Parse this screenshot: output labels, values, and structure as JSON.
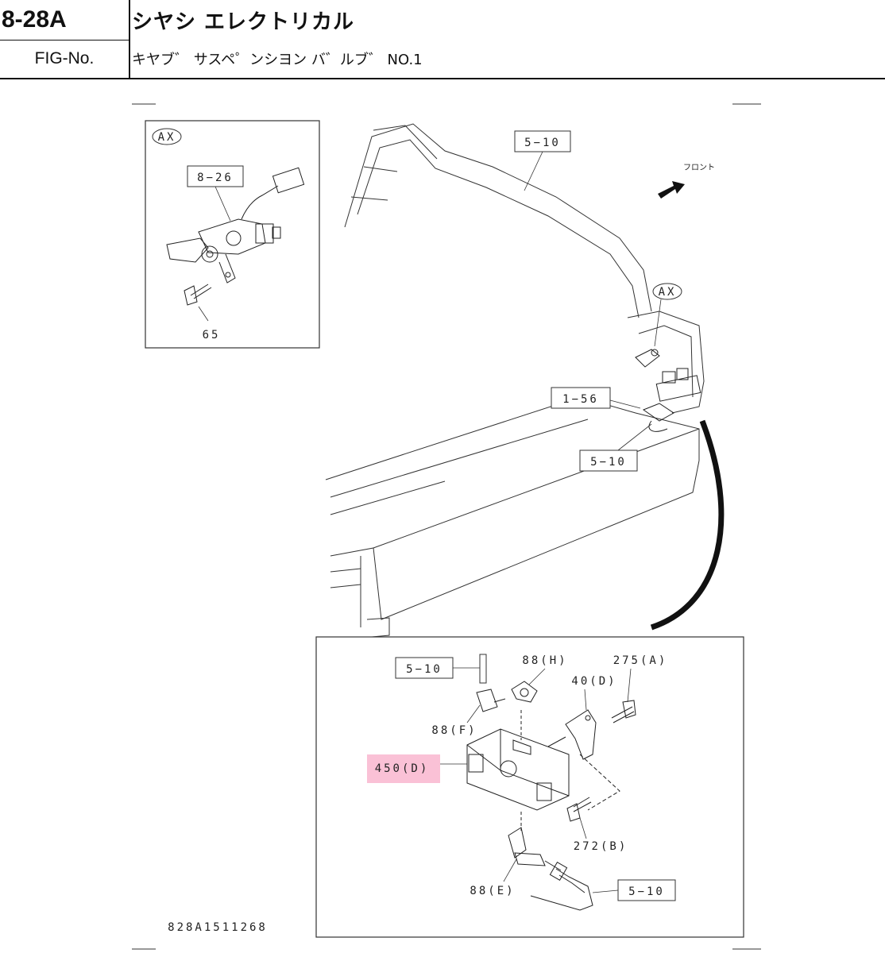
{
  "header": {
    "fig_number": "8-28A",
    "title": "シヤシ エレクトリカル",
    "fig_label": "FIG-No.",
    "subtitle": "キヤブ゛ サスペ゜ンシヨン バ゛ルブ゛ NO.1"
  },
  "callouts": {
    "detail_ax_tag": "AX",
    "detail_ax_8_26": "8−26",
    "detail_ax_65": "65",
    "main_5_10_top": "5−10",
    "front_label": "フロント",
    "main_ax_tag": "AX",
    "main_1_56": "1−56",
    "main_5_10_lower": "5−10",
    "detail_5_10_top": "5−10",
    "detail_88h": "88(H)",
    "detail_275a": "275(A)",
    "detail_40d": "40(D)",
    "detail_88f": "88(F)",
    "detail_450d": "450(D)",
    "detail_272b": "272(B)",
    "detail_88e": "88(E)",
    "detail_5_10_bottom": "5−10"
  },
  "drawing_number": "828A1511268",
  "colors": {
    "highlight": "#f9b6cf",
    "line": "#333333"
  }
}
